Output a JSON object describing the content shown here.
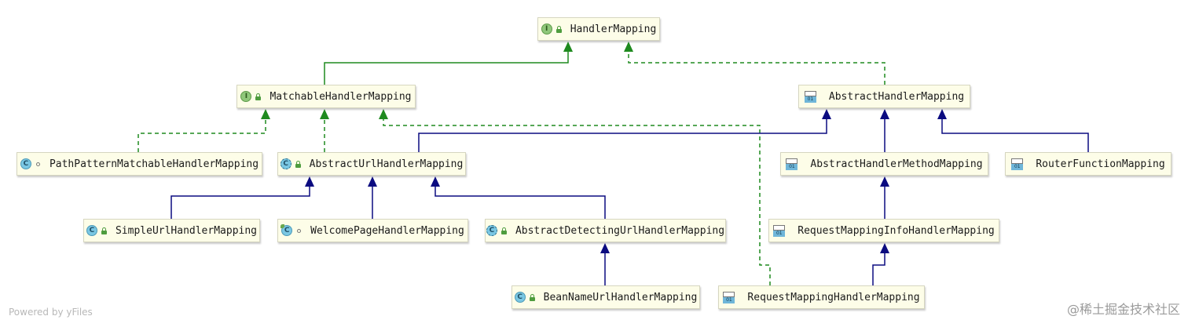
{
  "diagram": {
    "nodes": {
      "handler_mapping": {
        "label": "HandlerMapping",
        "kind": "interface",
        "icon": "interface-icon",
        "visibility": "public"
      },
      "matchable_handler_mapping": {
        "label": "MatchableHandlerMapping",
        "kind": "interface",
        "icon": "interface-icon",
        "visibility": "public"
      },
      "abstract_handler_mapping": {
        "label": "AbstractHandlerMapping",
        "kind": "abstract-class",
        "icon": "abstract-class-icon"
      },
      "path_pattern_matchable": {
        "label": "PathPatternMatchableHandlerMapping",
        "kind": "class",
        "icon": "class-icon",
        "visibility": "package"
      },
      "abstract_url_handler_mapping": {
        "label": "AbstractUrlHandlerMapping",
        "kind": "abstract-class",
        "icon": "abstract-class-icon",
        "visibility": "public"
      },
      "abstract_handler_method_mapping": {
        "label": "AbstractHandlerMethodMapping",
        "kind": "abstract-class",
        "icon": "abstract-class-icon"
      },
      "router_function_mapping": {
        "label": "RouterFunctionMapping",
        "kind": "class",
        "icon": "class-icon"
      },
      "simple_url_handler_mapping": {
        "label": "SimpleUrlHandlerMapping",
        "kind": "class",
        "icon": "class-icon",
        "visibility": "public"
      },
      "welcome_page_handler_mapping": {
        "label": "WelcomePageHandlerMapping",
        "kind": "class",
        "icon": "class-icon",
        "visibility": "package"
      },
      "abstract_detecting_url": {
        "label": "AbstractDetectingUrlHandlerMapping",
        "kind": "abstract-class",
        "icon": "abstract-class-icon",
        "visibility": "public"
      },
      "request_mapping_info": {
        "label": "RequestMappingInfoHandlerMapping",
        "kind": "abstract-class",
        "icon": "abstract-class-icon"
      },
      "bean_name_url": {
        "label": "BeanNameUrlHandlerMapping",
        "kind": "class",
        "icon": "class-icon",
        "visibility": "public"
      },
      "request_mapping_handler": {
        "label": "RequestMappingHandlerMapping",
        "kind": "class",
        "icon": "class-icon"
      }
    },
    "edges": [
      {
        "from": "matchable_handler_mapping",
        "to": "handler_mapping",
        "type": "extends-interface"
      },
      {
        "from": "abstract_handler_mapping",
        "to": "handler_mapping",
        "type": "implements"
      },
      {
        "from": "path_pattern_matchable",
        "to": "matchable_handler_mapping",
        "type": "implements"
      },
      {
        "from": "abstract_url_handler_mapping",
        "to": "matchable_handler_mapping",
        "type": "implements"
      },
      {
        "from": "request_mapping_handler",
        "to": "matchable_handler_mapping",
        "type": "implements"
      },
      {
        "from": "abstract_url_handler_mapping",
        "to": "abstract_handler_mapping",
        "type": "extends"
      },
      {
        "from": "abstract_handler_method_mapping",
        "to": "abstract_handler_mapping",
        "type": "extends"
      },
      {
        "from": "router_function_mapping",
        "to": "abstract_handler_mapping",
        "type": "extends"
      },
      {
        "from": "simple_url_handler_mapping",
        "to": "abstract_url_handler_mapping",
        "type": "extends"
      },
      {
        "from": "welcome_page_handler_mapping",
        "to": "abstract_url_handler_mapping",
        "type": "extends"
      },
      {
        "from": "abstract_detecting_url",
        "to": "abstract_url_handler_mapping",
        "type": "extends"
      },
      {
        "from": "request_mapping_info",
        "to": "abstract_handler_method_mapping",
        "type": "extends"
      },
      {
        "from": "bean_name_url",
        "to": "abstract_detecting_url",
        "type": "extends"
      },
      {
        "from": "request_mapping_handler",
        "to": "request_mapping_info",
        "type": "extends"
      }
    ],
    "colors": {
      "extends": "#0b0b80",
      "implements": "#1f8a1f",
      "node_fill": "#fdfde8"
    }
  },
  "footer": "Powered by yFiles",
  "watermark": "@稀土掘金技术社区"
}
